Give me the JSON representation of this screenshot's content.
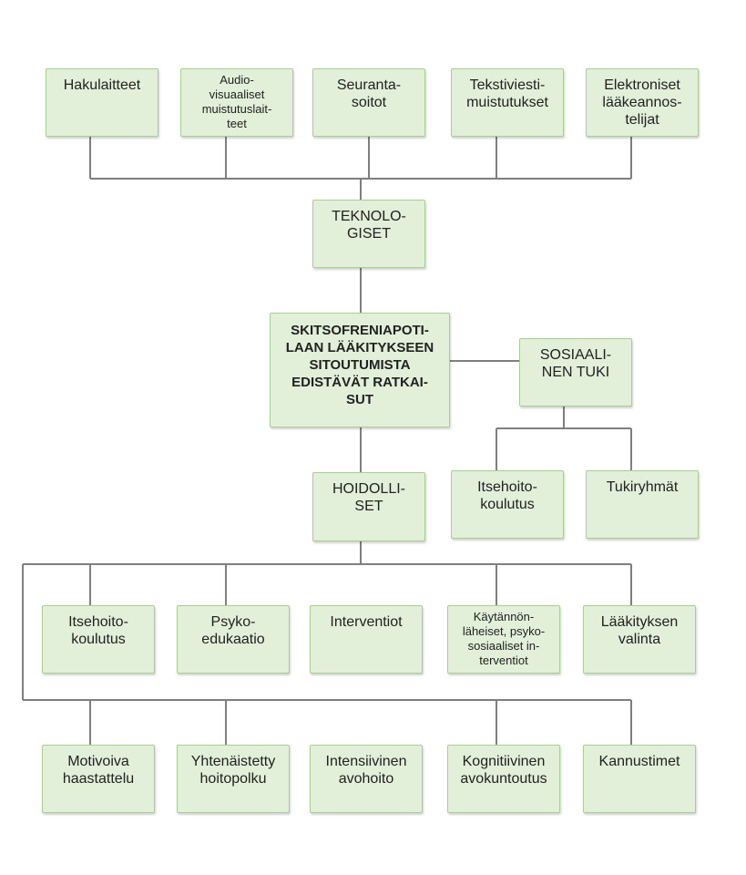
{
  "center": "SKITSOFRENIAPOTI-\nLAAN LÄÄKITYKSEEN\nSITOUTUMISTA\nEDISTÄVÄT RATKAI-\nSUT",
  "teknologiset": {
    "label": "TEKNOLO-\nGISET",
    "items": [
      "Hakulaitteet",
      "Audio-\nvisuaaliset\nmuistutuslait-\nteet",
      "Seuranta-\nsoitot",
      "Tekstiviesti-\nmuistutukset",
      "Elektroniset\nlääkeannos-\ntelijat"
    ]
  },
  "sosiaalinen": {
    "label": "SOSIAALI-\nNEN TUKI",
    "items": [
      "Itsehoito-\nkoulutus",
      "Tukiryhmät"
    ]
  },
  "hoidolliset": {
    "label": "HOIDOLLI-\nSET",
    "row1": [
      "Itsehoito-\nkoulutus",
      "Psyko-\nedukaatio",
      "Interventiot",
      "Käytännön-\nläheiset, psyko-\nsosiaaliset in-\nterventiot",
      "Lääkityksen\nvalinta"
    ],
    "row2": [
      "Motivoiva\nhaastattelu",
      "Yhtenäistetty\nhoitopolku",
      "Intensiivinen\navohoito",
      "Kognitiivinen\navokuntoutus",
      "Kannustimet"
    ]
  }
}
